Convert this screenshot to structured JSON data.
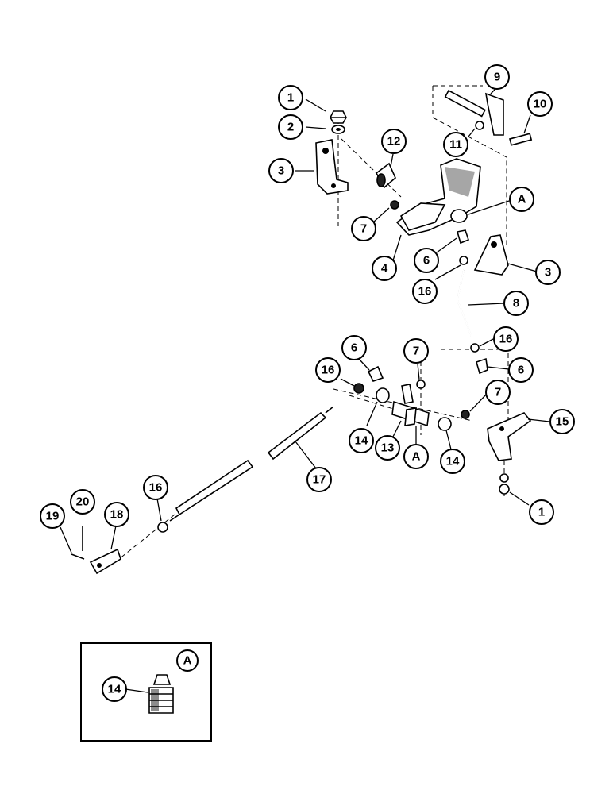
{
  "callouts": [
    {
      "id": "c1a",
      "label": "1"
    },
    {
      "id": "c2",
      "label": "2"
    },
    {
      "id": "c3a",
      "label": "3"
    },
    {
      "id": "c12",
      "label": "12"
    },
    {
      "id": "c9",
      "label": "9"
    },
    {
      "id": "c10",
      "label": "10"
    },
    {
      "id": "c11",
      "label": "11"
    },
    {
      "id": "cAa",
      "label": "A"
    },
    {
      "id": "c7a",
      "label": "7"
    },
    {
      "id": "c4",
      "label": "4"
    },
    {
      "id": "c6a",
      "label": "6"
    },
    {
      "id": "c3b",
      "label": "3"
    },
    {
      "id": "c16a",
      "label": "16"
    },
    {
      "id": "c8",
      "label": "8"
    },
    {
      "id": "c6b",
      "label": "6"
    },
    {
      "id": "c7b",
      "label": "7"
    },
    {
      "id": "c16b",
      "label": "16"
    },
    {
      "id": "c6c",
      "label": "6"
    },
    {
      "id": "c16c",
      "label": "16"
    },
    {
      "id": "c7c",
      "label": "7"
    },
    {
      "id": "c15",
      "label": "15"
    },
    {
      "id": "c14a",
      "label": "14"
    },
    {
      "id": "c13",
      "label": "13"
    },
    {
      "id": "cAb",
      "label": "A"
    },
    {
      "id": "c14b",
      "label": "14"
    },
    {
      "id": "c17",
      "label": "17"
    },
    {
      "id": "c1b",
      "label": "1"
    },
    {
      "id": "c16d",
      "label": "16"
    },
    {
      "id": "c19",
      "label": "19"
    },
    {
      "id": "c20",
      "label": "20"
    },
    {
      "id": "c18",
      "label": "18"
    }
  ],
  "inset": {
    "detail_label": "A",
    "part_label": "14"
  }
}
